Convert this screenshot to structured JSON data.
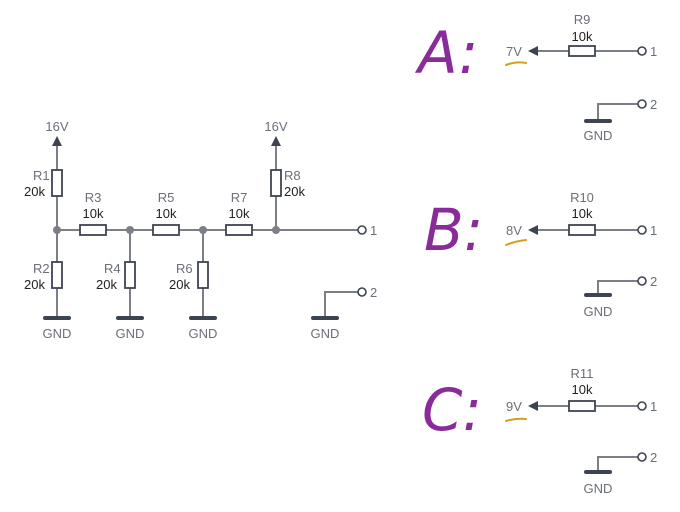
{
  "main_circuit": {
    "supply_left": "16V",
    "supply_right": "16V",
    "r1_name": "R1",
    "r1_value": "20k",
    "r2_name": "R2",
    "r2_value": "20k",
    "r3_name": "R3",
    "r3_value": "10k",
    "r4_name": "R4",
    "r4_value": "20k",
    "r5_name": "R5",
    "r5_value": "10k",
    "r6_name": "R6",
    "r6_value": "20k",
    "r7_name": "R7",
    "r7_value": "10k",
    "r8_name": "R8",
    "r8_value": "20k",
    "gnd1": "GND",
    "gnd2": "GND",
    "gnd3": "GND",
    "gnd4": "GND",
    "term1": "1",
    "term2": "2"
  },
  "options": [
    {
      "letter": "A:",
      "voltage": "7V",
      "res_name": "R9",
      "res_value": "10k",
      "term1": "1",
      "term2": "2",
      "gnd": "GND"
    },
    {
      "letter": "B:",
      "voltage": "8V",
      "res_name": "R10",
      "res_value": "10k",
      "term1": "1",
      "term2": "2",
      "gnd": "GND"
    },
    {
      "letter": "C:",
      "voltage": "9V",
      "res_name": "R11",
      "res_value": "10k",
      "term1": "1",
      "term2": "2",
      "gnd": "GND"
    }
  ]
}
